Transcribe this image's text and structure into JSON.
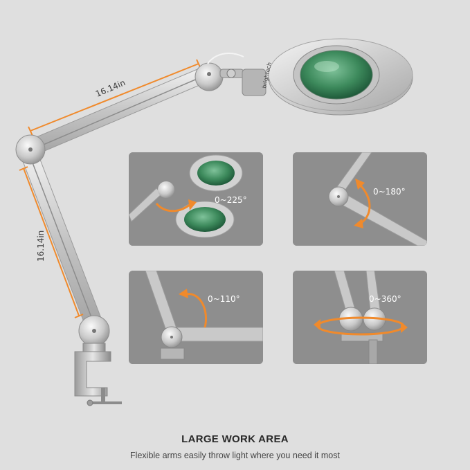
{
  "dimensions": {
    "upper_arm_length": "16.14in",
    "lower_arm_length": "16.14in"
  },
  "brand_label": "brightech",
  "panels": [
    {
      "id": "head-rotation",
      "angle_label": "0~225°"
    },
    {
      "id": "elbow-rotation",
      "angle_label": "0~180°"
    },
    {
      "id": "arm-base-rotation",
      "angle_label": "0~110°"
    },
    {
      "id": "clamp-swivel",
      "angle_label": "0~360°"
    }
  ],
  "footer": {
    "title": "LARGE WORK AREA",
    "subtitle": "Flexible arms easily throw light where you need it most"
  },
  "colors": {
    "background": "#dfdfdf",
    "accent_orange": "#f08a2c",
    "panel_bg": "#8e8e8e",
    "lens_green": "#3d8a5c"
  }
}
